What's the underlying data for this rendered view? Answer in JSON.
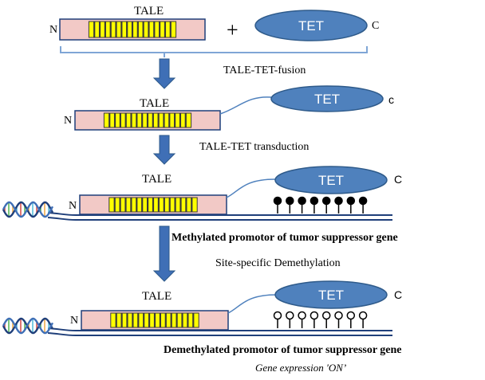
{
  "colors": {
    "tale_end": "#f2c9c6",
    "tale_repeat_fill": "#ffff00",
    "tale_repeat_line": "#3a3a3a",
    "tet_fill": "#4f81bd",
    "tet_stroke": "#2e5a8a",
    "arrow": "#3f6fb6",
    "dna_line": "#1f3f7a",
    "bracket": "#7fa6d6"
  },
  "stage1": {
    "tale_label": "TALE",
    "n_label": "N",
    "plus": "+",
    "tet_label": "TET",
    "c_label": "C"
  },
  "step1_label": "TALE-TET-fusion",
  "stage2": {
    "tale_label": "TALE",
    "n_label": "N",
    "tet_label": "TET",
    "c_label": "c"
  },
  "step2_label": "TALE-TET  transduction",
  "stage3": {
    "tale_label": "TALE",
    "n_label": "N",
    "tet_label": "TET",
    "c_label": "C",
    "promoter_caption": "Methylated promotor of tumor suppressor gene"
  },
  "step3_label": "Site-specific  Demethylation",
  "stage4": {
    "tale_label": "TALE",
    "n_label": "N",
    "tet_label": "TET",
    "c_label": "C",
    "promoter_caption": "Demethylated promotor of tumor suppressor gene",
    "expression_note": "Gene expression 'ON’"
  },
  "icons": {
    "dna": "dna-double-helix-icon",
    "methyl_filled": "filled-lollipop-icon",
    "methyl_open": "open-lollipop-icon"
  }
}
